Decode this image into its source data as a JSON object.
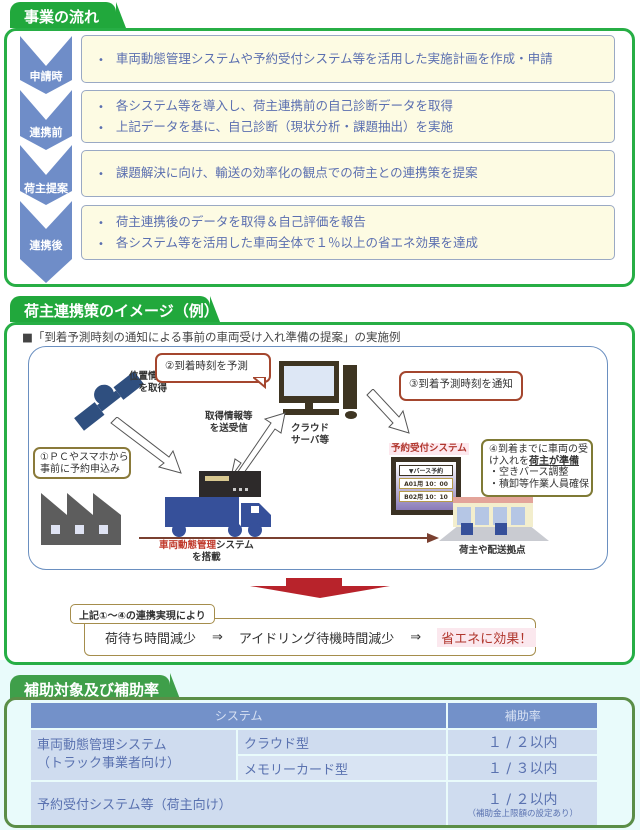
{
  "section1": {
    "title": "事業の流れ",
    "steps": [
      {
        "label": "申請時",
        "items": [
          "車両動態管理システムや予約受付システム等を活用した実施計画を作成・申請"
        ]
      },
      {
        "label": "連携前",
        "items": [
          "各システム等を導入し、荷主連携前の自己診断データを取得",
          "上記データを基に、自己診断（現状分析・課題抽出）を実施"
        ]
      },
      {
        "label": "荷主提案",
        "items": [
          "課題解決に向け、輸送の効率化の観点での荷主との連携策を提案"
        ]
      },
      {
        "label": "連携後",
        "items": [
          "荷主連携後のデータを取得＆自己評価を報告",
          "各システム等を活用した車両全体で１％以上の省エネ効果を達成"
        ]
      }
    ],
    "colors": {
      "border": "#27ae45",
      "arrow": "#6f8dc8",
      "box_bg": "#fdfbe3"
    }
  },
  "section2": {
    "title": "荷主連携策のイメージ（例）",
    "heading": "■「到着予測時刻の通知による事前の車両受け入れ準備の提案」の実施例",
    "diagram": {
      "bubble1": [
        "①ＰＣやスマホから",
        "事前に予約申込み"
      ],
      "bubble2": "②到着時刻を予測",
      "bubble3": "③到着予測時刻を通知",
      "bubble4": {
        "lines": [
          "④到着までに車両の受",
          "け入れを"
        ],
        "underline": "荷主が準備",
        "bullets": [
          "・空きバース調整",
          "・積卸等作業人員確保"
        ]
      },
      "satellite_label": [
        "位置情報等",
        "を取得"
      ],
      "exchange_label": [
        "取得情報等",
        "を送受信"
      ],
      "server_label": [
        "クラウド",
        "サーバ等"
      ],
      "vehicle_system": "車両動態管理",
      "vehicle_system_suffix": "システム",
      "vehicle_system_line2": "を搭載",
      "reservation_title": "予約受付システム",
      "reservation_screen": [
        "▼バース予約",
        "A01用 10：00",
        "B02用 10：10"
      ],
      "destination_label": "荷主や配送拠点"
    },
    "result": {
      "tag": "上記①〜④の連携実現により",
      "step1": "荷待ち時間減少",
      "arrow": "⇒",
      "step2": "アイドリング待機時間減少",
      "step3": "省エネに効果！"
    }
  },
  "section3": {
    "title": "補助対象及び補助率",
    "headers": {
      "system": "システム",
      "rate": "補助率"
    },
    "rows": {
      "vehicle_name": [
        "車両動態管理システム",
        "（トラック事業者向け）"
      ],
      "cloud": {
        "type": "クラウド型",
        "rate": "１ / ２以内"
      },
      "memory": {
        "type": "メモリーカード型",
        "rate": "１ / ３以内"
      },
      "reservation": {
        "name": "予約受付システム等（荷主向け）",
        "rate": "１ / ２以内",
        "note": "（補助金上限額の設定あり）"
      }
    }
  }
}
